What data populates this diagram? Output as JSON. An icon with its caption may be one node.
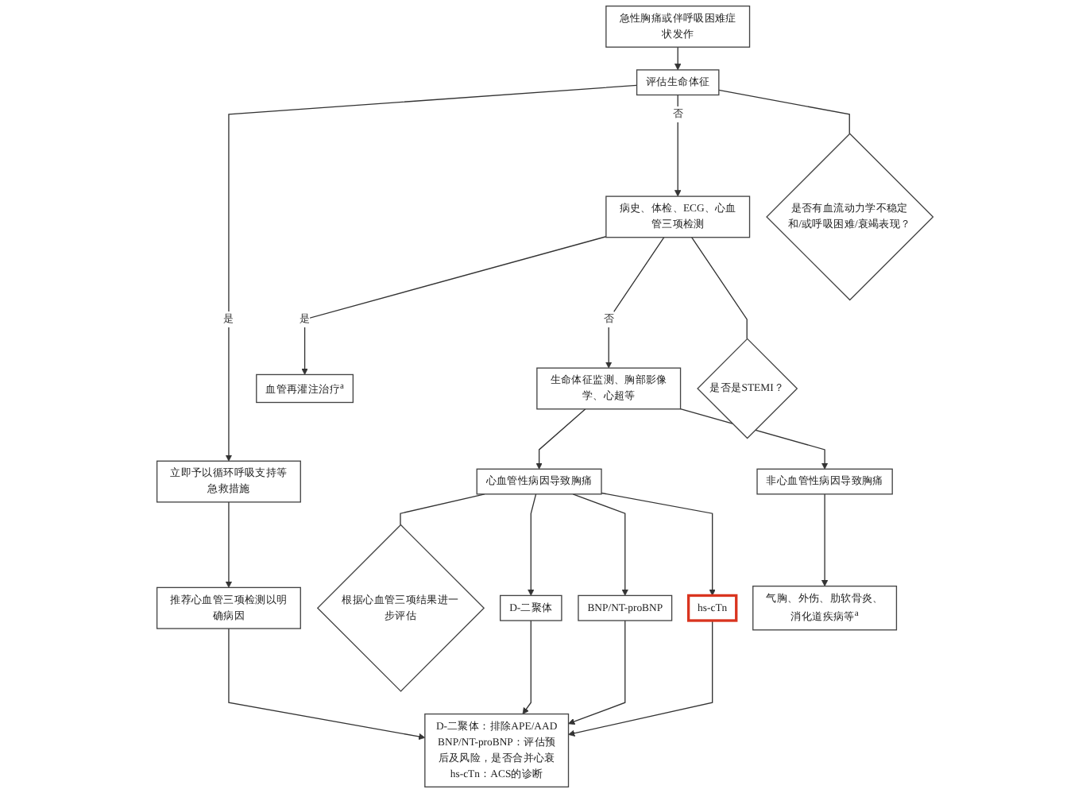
{
  "diagram": {
    "nodes": [
      {
        "text": [
          "急性胸痛或伴呼吸困难症状发作"
        ]
      },
      {
        "text": [
          "评估生命体征"
        ]
      },
      {
        "text": [
          "是否有血流动力学不稳定和/或呼吸困难/衰竭表现？"
        ]
      },
      {
        "text": [
          "立即予以循环呼吸支持等急救措施"
        ]
      },
      {
        "text": [
          "病史、体检、ECG、心血管三项检测"
        ]
      },
      {
        "text": [
          "是否是STEMI？"
        ]
      },
      {
        "text": [
          "推荐心血管三项检测以明确病因"
        ]
      },
      {
        "text": [
          "血管再灌注治疗$^{a}$"
        ]
      },
      {
        "text": [
          "生命体征监测、胸部影像学、心超等"
        ]
      },
      {
        "text": [
          "心血管性病因导致胸痛"
        ]
      },
      {
        "text": [
          "非心血管性病因导致胸痛"
        ]
      },
      {
        "text": [
          "根据心血管三项结果进一步评估"
        ]
      },
      {
        "text": [
          "气胸、外伤、肋软骨炎、消化道疾病等$^{a}$"
        ]
      },
      {
        "text": [
          "D-二聚体"
        ]
      },
      {
        "text": [
          "BNP/NT-proBNP"
        ]
      },
      {
        "text": [
          "hs-cTn"
        ]
      },
      {
        "text": [
          "D-二聚体：排除APE/AAD",
          "BNP/NT-proBNP：评估预后及风险，是否合并心衰",
          "hs-cTn：ACS的诊断"
        ]
      }
    ],
    "edges": [
      {
        "from": 0,
        "to": 1,
        "arrow": "to"
      },
      {
        "from": 1,
        "to": 3,
        "arrow": "to",
        "label": "是"
      },
      {
        "from": 1,
        "to": 4,
        "arrow": "to",
        "label": "否"
      },
      {
        "from": 1,
        "to": 2,
        "arrow": "none"
      },
      {
        "from": 3,
        "to": 6,
        "arrow": "to"
      },
      {
        "from": 4,
        "to": 7,
        "arrow": "to",
        "label": "是"
      },
      {
        "from": 4,
        "to": 8,
        "arrow": "to",
        "label": "否"
      },
      {
        "from": 4,
        "to": 5,
        "arrow": "none"
      },
      {
        "from": 6,
        "to": 16,
        "arrow": "to"
      },
      {
        "from": 8,
        "to": 9,
        "arrow": "to"
      },
      {
        "from": 8,
        "to": 10,
        "arrow": "to"
      },
      {
        "from": 9,
        "to": 11,
        "arrow": "none"
      },
      {
        "from": 9,
        "to": 13,
        "arrow": "to"
      },
      {
        "from": 9,
        "to": 14,
        "arrow": "to"
      },
      {
        "from": 9,
        "to": 15,
        "arrow": "to"
      },
      {
        "from": 10,
        "to": 12,
        "arrow": "to"
      },
      {
        "from": 13,
        "to": 16,
        "arrow": "to"
      },
      {
        "from": 14,
        "to": 16,
        "arrow": "to"
      },
      {
        "from": 15,
        "to": 16,
        "arrow": "to"
      }
    ]
  }
}
